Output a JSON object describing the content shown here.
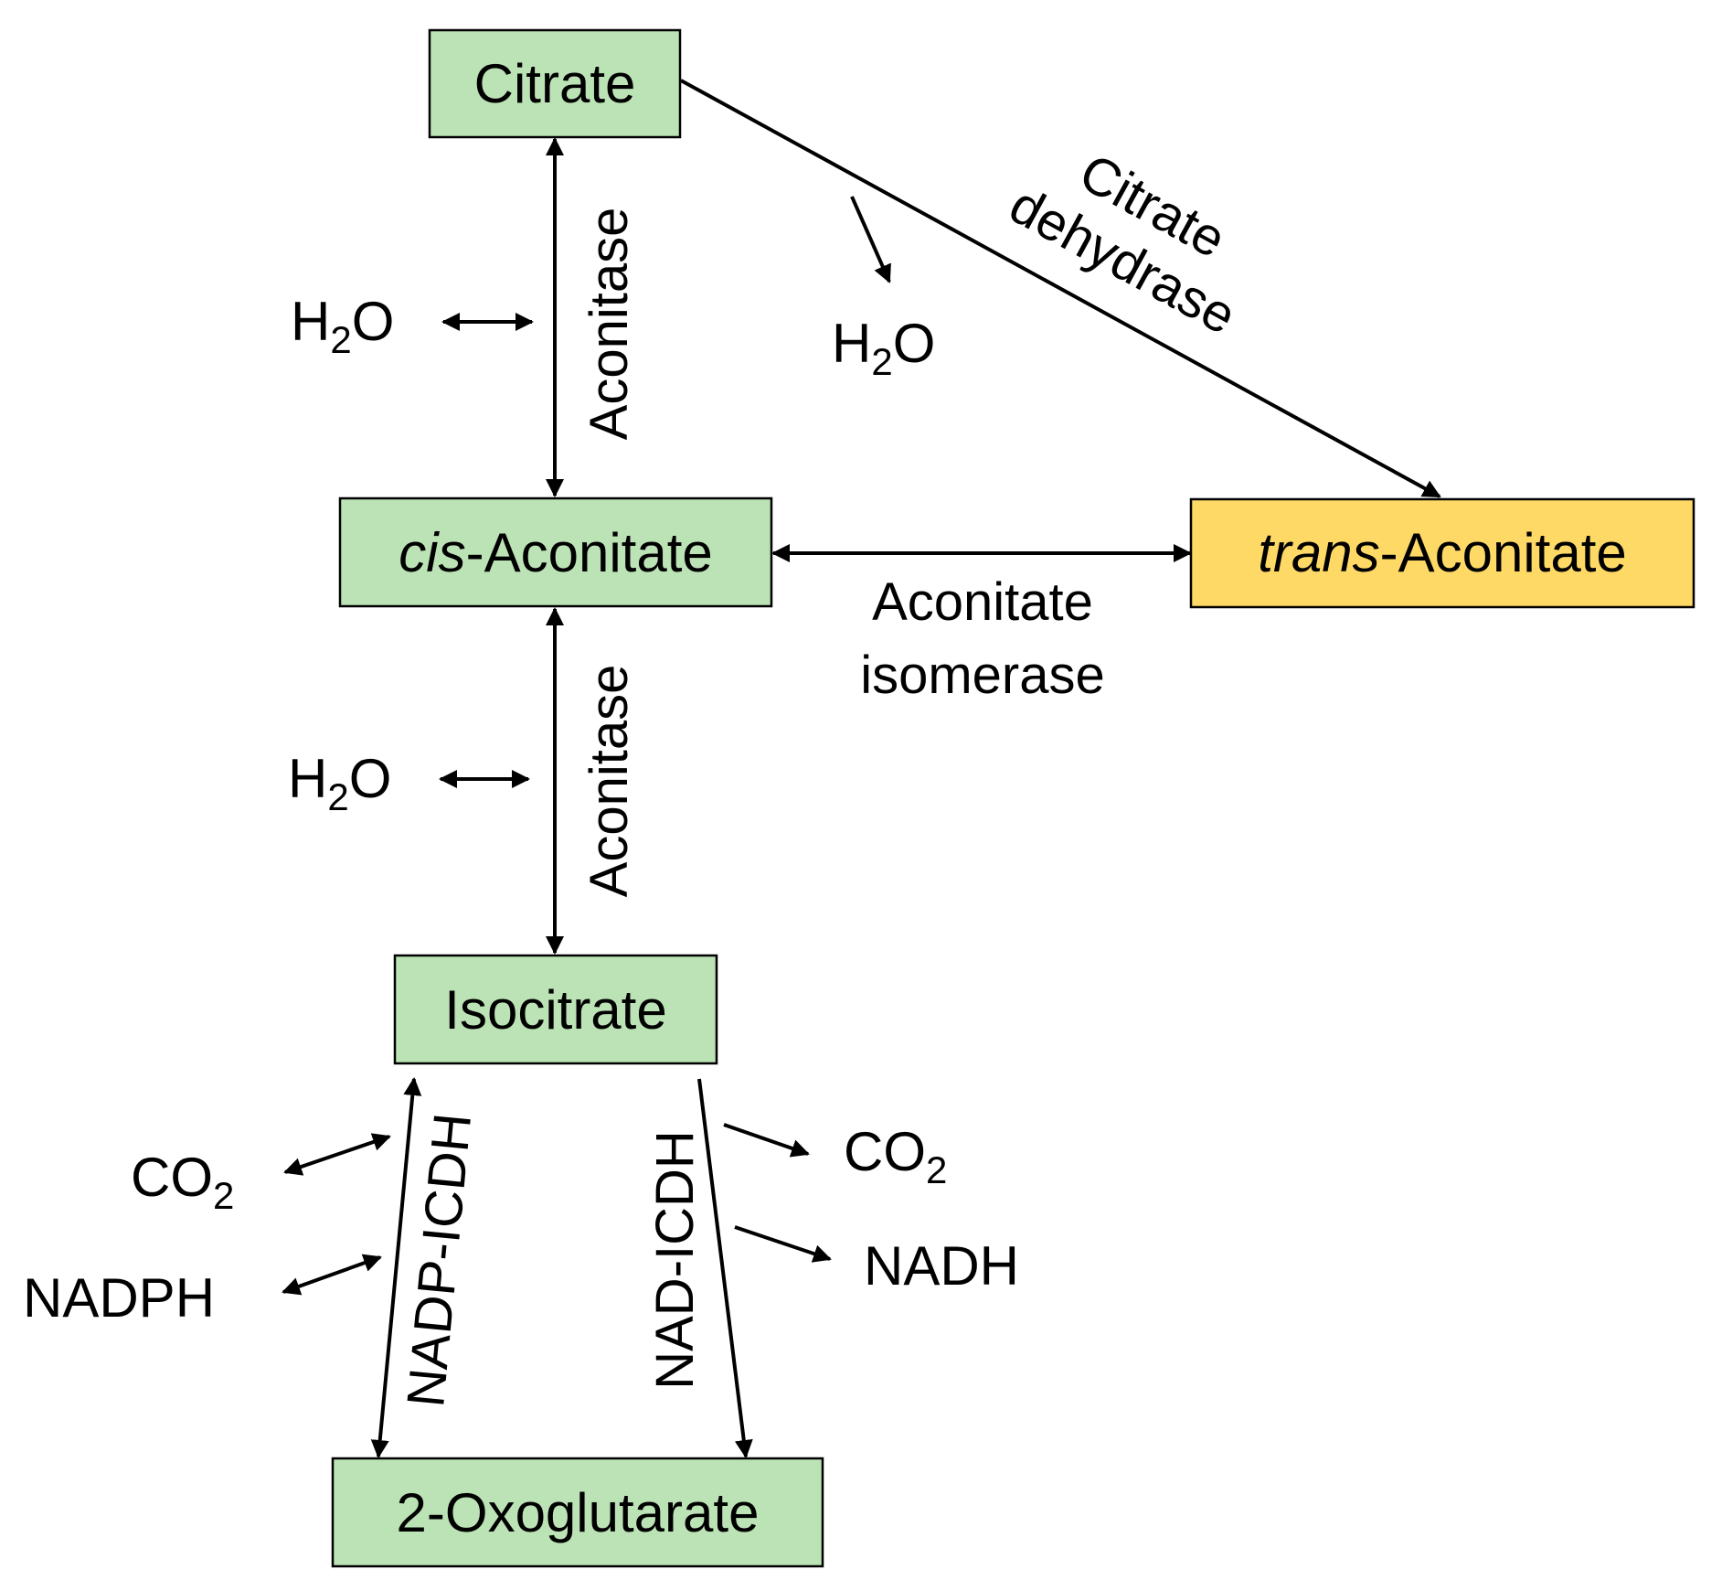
{
  "colors": {
    "node_green": "#BCE3B5",
    "node_yellow": "#FFD966",
    "stroke": "#000000"
  },
  "nodes": {
    "citrate": "Citrate",
    "cis_aconitate_prefix": "cis",
    "cis_aconitate_suffix": "-Aconitate",
    "trans_aconitate_prefix": "trans",
    "trans_aconitate_suffix": "-Aconitate",
    "isocitrate": "Isocitrate",
    "oxoglutarate": "2-Oxoglutarate"
  },
  "enzymes": {
    "aconitase_top": "Aconitase",
    "aconitase_bottom": "Aconitase",
    "citrate_dehydrase_line1": "Citrate",
    "citrate_dehydrase_line2": "dehydrase",
    "aconitate_isomerase_line1": "Aconitate",
    "aconitate_isomerase_line2": "isomerase",
    "nadp_icdh": "NADP-ICDH",
    "nad_icdh": "NAD-ICDH"
  },
  "cofactors": {
    "water_base": "H",
    "water_sub": "2",
    "water_end": "O",
    "co2_base": "CO",
    "co2_sub": "2",
    "nadph": "NADPH",
    "nadh": "NADH"
  }
}
